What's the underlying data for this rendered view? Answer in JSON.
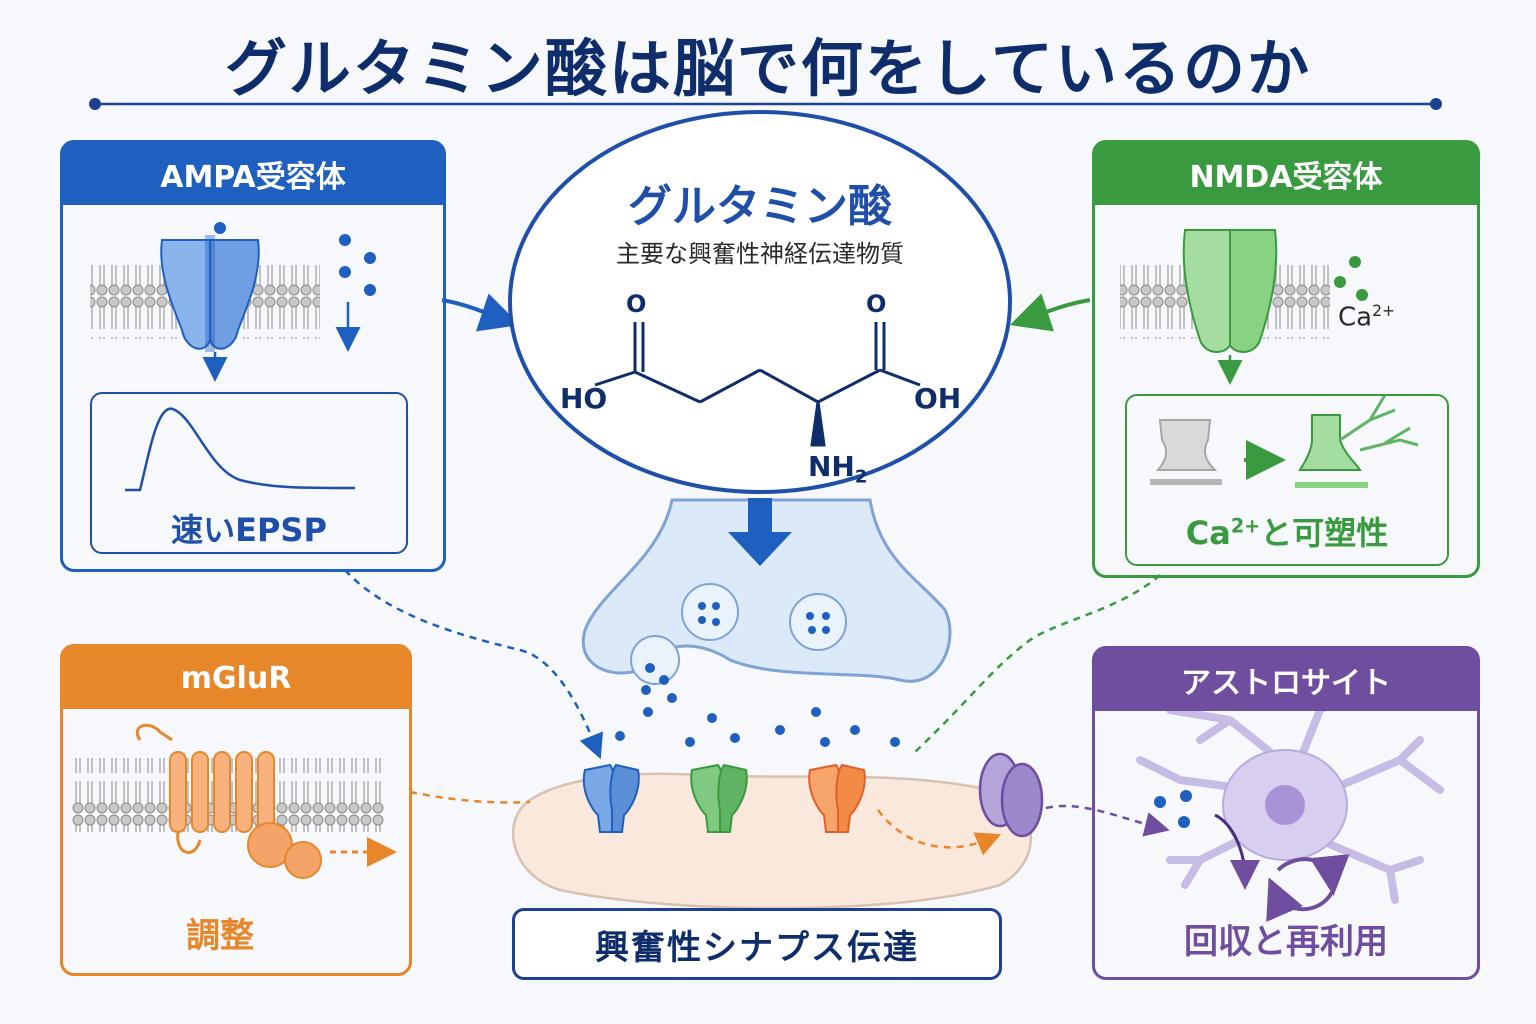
{
  "title": "グルタミン酸は脳で何をしているのか",
  "center": {
    "name": "グルタミン酸",
    "subtitle": "主要な興奮性神経伝達物質",
    "molecule_labels": {
      "o_left": "O",
      "o_right": "O",
      "ho": "HO",
      "oh": "OH",
      "nh2": "NH",
      "nh2_sub": "2"
    }
  },
  "ampa": {
    "title": "AMPA受容体",
    "caption": "速いEPSP"
  },
  "nmda": {
    "title": "NMDA受容体",
    "ion": "Ca",
    "ion_charge": "2+",
    "caption_ion": "Ca",
    "caption_charge": "2+",
    "caption_rest": "と可塑性"
  },
  "mglur": {
    "title": "mGluR",
    "caption": "調整"
  },
  "astro": {
    "title": "アストロサイト",
    "caption": "回収と再利用"
  },
  "synapse": {
    "label": "興奮性シナプス伝達"
  },
  "colors": {
    "navy": "#0f2d6b",
    "blue": "#1f5fbf",
    "green": "#3a9a3f",
    "orange": "#e8862a",
    "purple": "#6f4ea0"
  }
}
